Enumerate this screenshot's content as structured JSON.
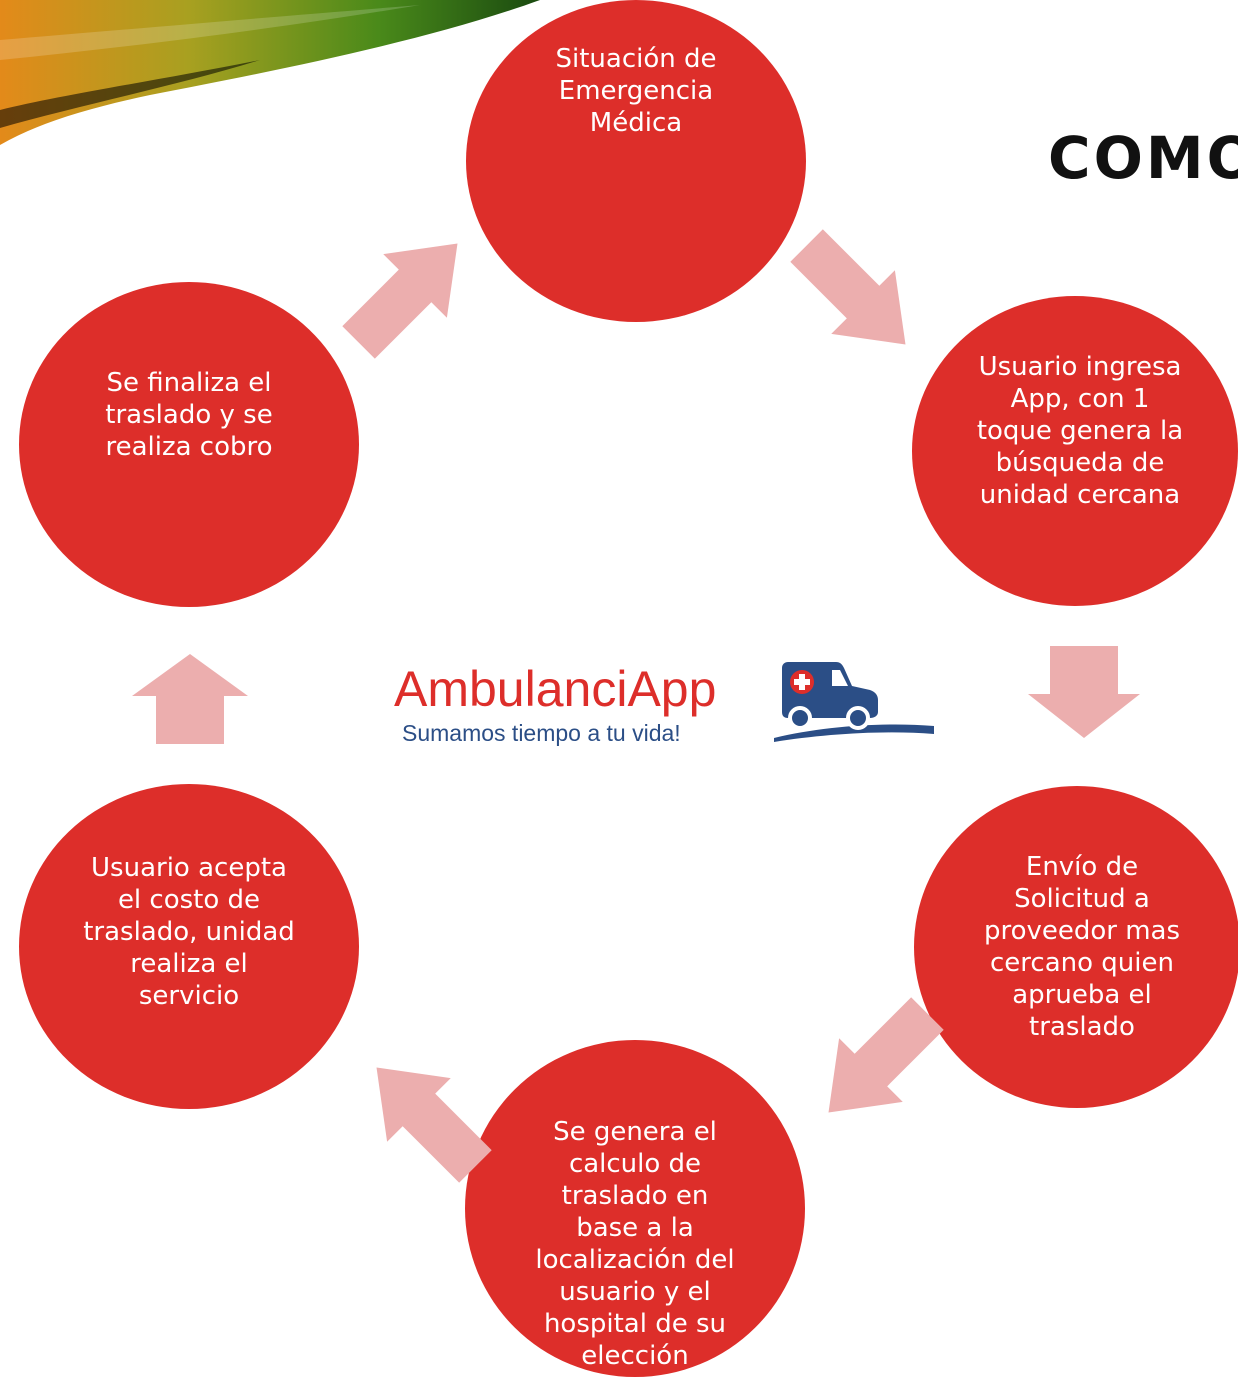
{
  "page": {
    "title": "COMO"
  },
  "logo": {
    "name": "AmbulanciApp",
    "tagline": "Sumamos tiempo a tu vida!"
  },
  "steps": [
    {
      "label": "Situación de\nEmergencia\nMédica"
    },
    {
      "label": "Usuario ingresa\nApp, con 1\ntoque genera la\nbúsqueda de\nunidad cercana"
    },
    {
      "label": "Envío de\nSolicitud a\nproveedor mas\ncercano quien\naprueba el\ntraslado"
    },
    {
      "label": "Se genera el\ncalculo de\ntraslado en\nbase a la\nlocalización del\nusuario y el\nhospital de su\nelección"
    },
    {
      "label": "Usuario acepta\nel costo de\ntraslado, unidad\nrealiza el\nservicio"
    },
    {
      "label": "Se finaliza el\ntraslado y se\nrealiza cobro"
    }
  ],
  "colors": {
    "circle": "#dd2e2a",
    "arrow": "#ecaeae",
    "title": "#111111",
    "logo_red": "#dd2e2a",
    "logo_blue": "#2b4e86"
  },
  "icons": [
    "ambulance-icon",
    "arrow-right-icon"
  ]
}
